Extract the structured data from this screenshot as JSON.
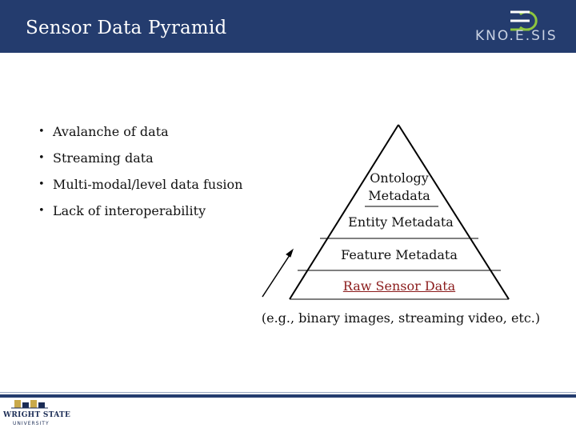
{
  "slide": {
    "title": "Sensor Data Pyramid",
    "logo_text": "KNO.E.SIS"
  },
  "bullets": [
    "Avalanche of data",
    "Streaming data",
    "Multi-modal/level data fusion",
    "Lack of interoperability"
  ],
  "pyramid": {
    "levels": [
      "Ontology\nMetadata",
      "Entity Metadata",
      "Feature Metadata",
      "Raw Sensor Data"
    ],
    "caption": "(e.g., binary images, streaming video, etc.)"
  },
  "footer": {
    "university_name": "WRIGHT STATE",
    "university_sub": "UNIVERSITY"
  },
  "colors": {
    "header_bg": "#243c6e",
    "raw_data_text": "#8b1c1c",
    "logo_green": "#8dc63f"
  }
}
